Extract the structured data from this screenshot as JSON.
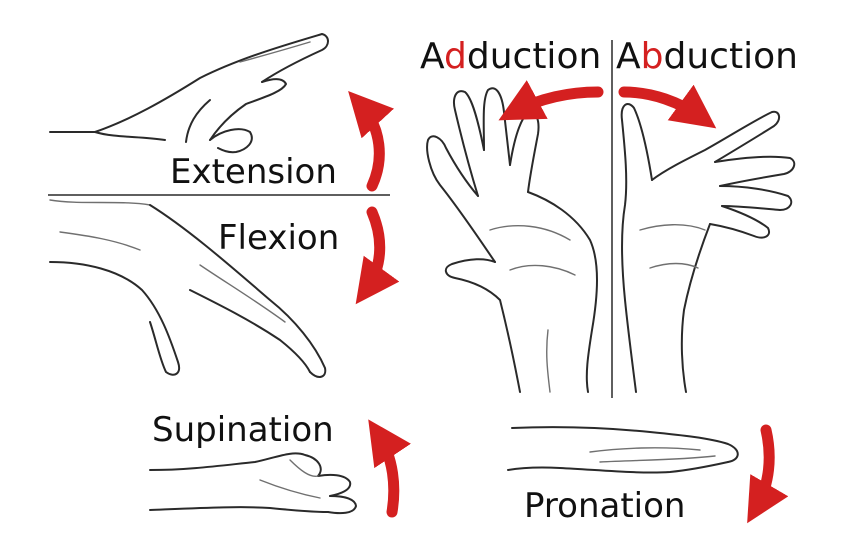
{
  "labels": {
    "extension": "Extension",
    "flexion": "Flexion",
    "supination": "Supination",
    "pronation": "Pronation",
    "adduction": {
      "pre": "A",
      "highlight": "d",
      "post": "duction"
    },
    "abduction": {
      "pre": "A",
      "highlight": "b",
      "post": "duction"
    }
  },
  "colors": {
    "arrow": "#d42020",
    "arrow_shadow": "#b0b0b0",
    "highlight_letter": "#d42020",
    "line": "#2a2a2a"
  },
  "icons": {
    "extension_arrow": "curved-arrow-up",
    "flexion_arrow": "curved-arrow-down",
    "supination_arrow": "curved-arrow-up",
    "pronation_arrow": "curved-arrow-down",
    "adduction_arrow": "curved-arrow-left",
    "abduction_arrow": "curved-arrow-right"
  }
}
